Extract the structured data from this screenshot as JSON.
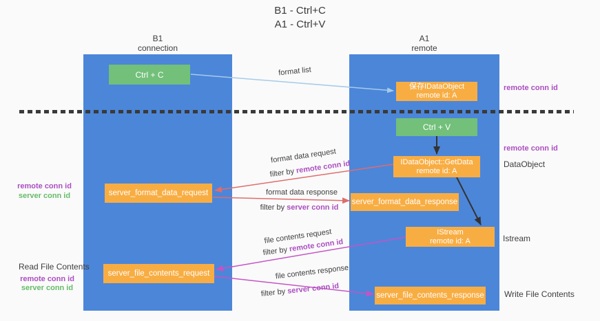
{
  "title": {
    "line1": "B1 - Ctrl+C",
    "line2": "A1 - Ctrl+V"
  },
  "columns": {
    "left": {
      "name": "B1",
      "subtitle": "connection"
    },
    "right": {
      "name": "A1",
      "subtitle": "remote"
    }
  },
  "boxes": {
    "ctrl_c": {
      "label": "Ctrl + C"
    },
    "save_idataobject": {
      "line1": "保存IDataObject",
      "line2": "remote id: A"
    },
    "ctrl_v": {
      "label": "Ctrl + V"
    },
    "getdata": {
      "line1": "IDataObject::GetData",
      "line2": "remote id: A"
    },
    "format_request": {
      "label": "server_format_data_request"
    },
    "format_response": {
      "label": "server_format_data_response"
    },
    "istream": {
      "line1": "IStream",
      "line2": "remote id: A"
    },
    "file_request": {
      "label": "server_file_contents_request"
    },
    "file_response": {
      "label": "server_file_contents_response"
    }
  },
  "flow_labels": {
    "format_list": "format list",
    "format_data_request": "format data request",
    "format_data_response": "format data response",
    "file_contents_request": "file contents request",
    "file_contents_response": "file contents response",
    "filter_by": "filter by ",
    "remote_conn_id": "remote conn id",
    "server_conn_id": "server conn id"
  },
  "side_labels": {
    "remote_conn_id": "remote conn id",
    "server_conn_id": "server conn id",
    "dataobject": "DataObject",
    "istream": "Istream",
    "read_file_contents": "Read File Contents",
    "write_file_contents": "Write File Contents"
  },
  "colors": {
    "column_blue": "#4c86d9",
    "box_green": "#72c07a",
    "box_orange": "#f8ad43",
    "arrow_red": "#e06c6c",
    "arrow_magenta": "#c454c4",
    "arrow_blue": "#a5cbe9",
    "arrow_black": "#333333",
    "text_purple": "#ab4fc0",
    "text_green": "#67bb6a"
  }
}
